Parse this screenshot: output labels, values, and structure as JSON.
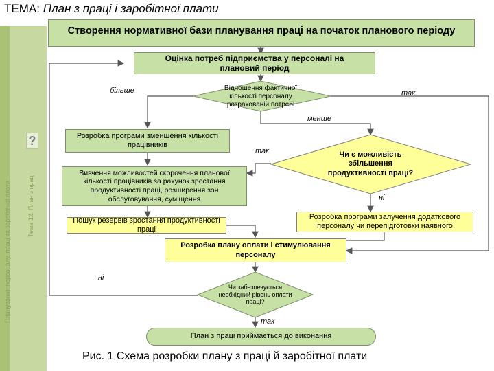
{
  "header": {
    "prefix": "ТЕМА:",
    "title": "План з праці і заробітної плати"
  },
  "sidebar": {
    "vertical_text_1": "Планування персоналу, праці та заробітної плати",
    "vertical_text_2": "Тема 12. План з праці",
    "question_mark": "?"
  },
  "nodes": {
    "start": "Створення нормативної бази планування праці на початок планового періоду",
    "assess_needs": "Оцінка потреб підприємства у персоналі на плановий період",
    "ratio_decision": "Відношення фактичної кількості персоналу розрахованій потребі",
    "reduction_program": "Розробка програми зменшення кількості працівників",
    "study_reduction": "Вивчення можливостей скорочення планової кількості працівників за рахунок зростання продуктивності праці, розширення зон обслуговування, суміщення",
    "productivity_decision": "Чи є можливість збільшення продуктивності праці?",
    "attract_program": "Розробка програми залучення додаткового персоналу чи перепідготовки наявного",
    "search_reserves": "Пошук резервів зростання продуктивності праці",
    "wage_plan": "Розробка плану оплати і стимулювання персоналу",
    "wage_decision": "Чи забезпечується необхідний рівень оплати праці?",
    "final": "План з праці приймається до виконання"
  },
  "edge_labels": {
    "more": "більше",
    "equal": "так",
    "less": "менше",
    "yes_productivity": "так",
    "no_productivity": "ні",
    "no_wage": "ні",
    "yes_wage": "так"
  },
  "caption": "Рис. 1 Схема розробки плану з праці й заробітної плати",
  "colors": {
    "green_fill": "#c6e0a6",
    "yellow_fill": "#ffff99",
    "sidebar": "#c7d9a1",
    "line": "#555555"
  }
}
